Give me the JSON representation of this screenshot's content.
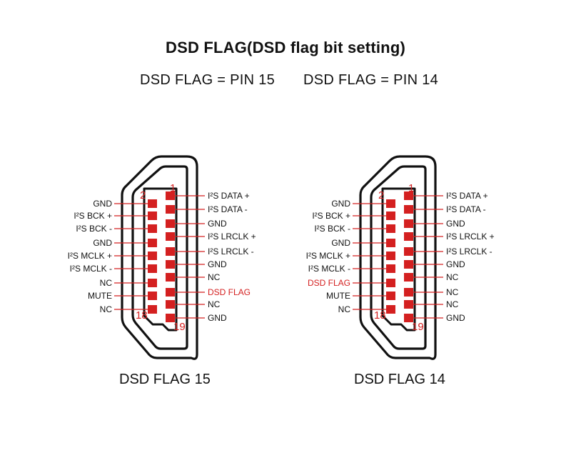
{
  "title": "DSD FLAG(DSD flag bit setting)",
  "subtitles": [
    "DSD FLAG = PIN 15",
    "DSD FLAG = PIN 14"
  ],
  "colors": {
    "accent": "#d42020",
    "outline": "#111111"
  },
  "connectors": [
    {
      "caption": "DSD FLAG 15",
      "pin_numbers": {
        "top_left": "2",
        "top_right": "1",
        "bottom_left": "18",
        "bottom_right": "19"
      },
      "left_labels": [
        "GND",
        "I²S BCK +",
        "I²S BCK -",
        "GND",
        "I²S MCLK +",
        "I²S MCLK -",
        "NC",
        "MUTE",
        "NC"
      ],
      "right_labels": [
        "I²S DATA +",
        "I²S DATA -",
        "GND",
        "I²S LRCLK +",
        "I²S LRCLK -",
        "GND",
        "NC",
        "DSD FLAG",
        "NC",
        "GND"
      ],
      "highlight": {
        "side": "right",
        "index": 7
      }
    },
    {
      "caption": "DSD FLAG 14",
      "pin_numbers": {
        "top_left": "2",
        "top_right": "1",
        "bottom_left": "18",
        "bottom_right": "19"
      },
      "left_labels": [
        "GND",
        "I²S BCK +",
        "I²S BCK -",
        "GND",
        "I²S MCLK +",
        "I²S MCLK -",
        "DSD FLAG",
        "MUTE",
        "NC"
      ],
      "right_labels": [
        "I²S DATA +",
        "I²S DATA -",
        "GND",
        "I²S LRCLK +",
        "I²S LRCLK -",
        "GND",
        "NC",
        "NC",
        "NC",
        "GND"
      ],
      "highlight": {
        "side": "left",
        "index": 6
      }
    }
  ]
}
